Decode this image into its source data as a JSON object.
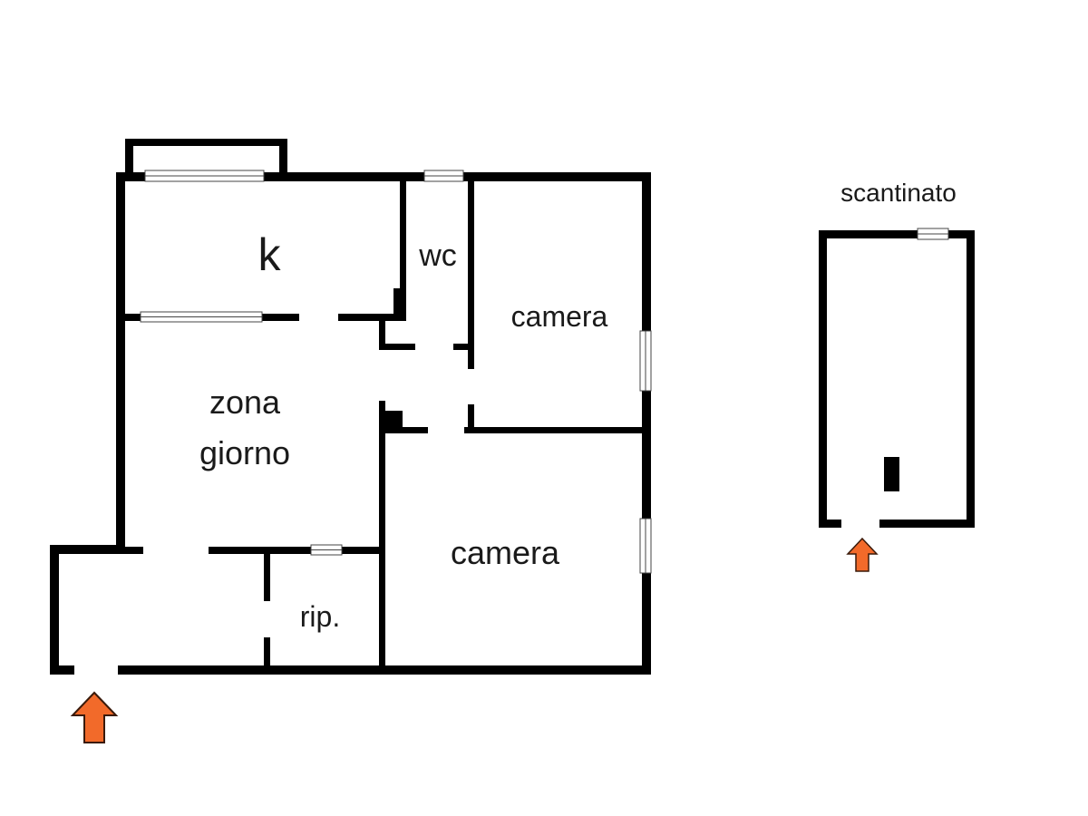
{
  "rooms": {
    "kitchen": "k",
    "wc": "wc",
    "camera_top": "camera",
    "zona_giorno_line1": "zona",
    "zona_giorno_line2": "giorno",
    "camera_bottom": "camera",
    "rip": "rip."
  },
  "basement": {
    "title": "scantinato"
  },
  "colors": {
    "wall": "#000000",
    "entrance_arrow": "#f26a2a",
    "arrow_outline": "#3a1a0a"
  },
  "icons": {
    "entrance": "arrow-up-icon"
  }
}
